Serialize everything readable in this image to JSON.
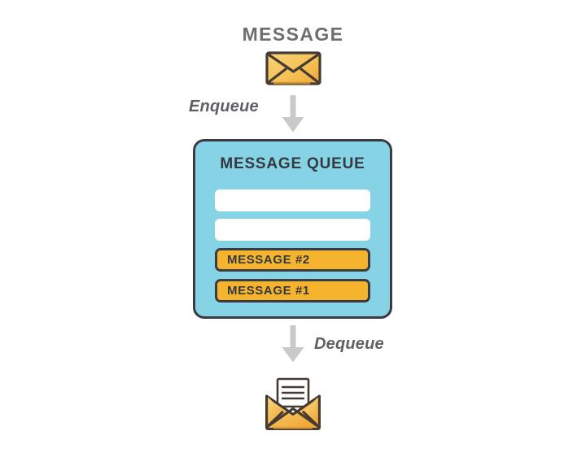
{
  "diagram": {
    "title": "MESSAGE",
    "colors": {
      "queue_fill": "#87d3e6",
      "queue_border": "#3b3b44",
      "message_fill": "#f6b32e",
      "arrow_gray": "#c9c9c9",
      "title_gray": "#6e6e6e",
      "label_gray": "#5f5f66",
      "envelope_light": "#f7cf72",
      "envelope_dark": "#f2a93b",
      "slot_empty": "#ffffff"
    },
    "top_icon": "closed-envelope-icon",
    "bottom_icon": "open-envelope-with-letter-icon",
    "enqueue": {
      "label": "Enqueue",
      "arrow": "arrow-down-icon"
    },
    "dequeue": {
      "label": "Dequeue",
      "arrow": "arrow-down-icon"
    },
    "queue": {
      "title": "MESSAGE QUEUE",
      "slots": [
        {
          "type": "empty",
          "label": ""
        },
        {
          "type": "empty",
          "label": ""
        },
        {
          "type": "filled",
          "label": "MESSAGE #2"
        },
        {
          "type": "filled",
          "label": "MESSAGE #1"
        }
      ]
    }
  }
}
